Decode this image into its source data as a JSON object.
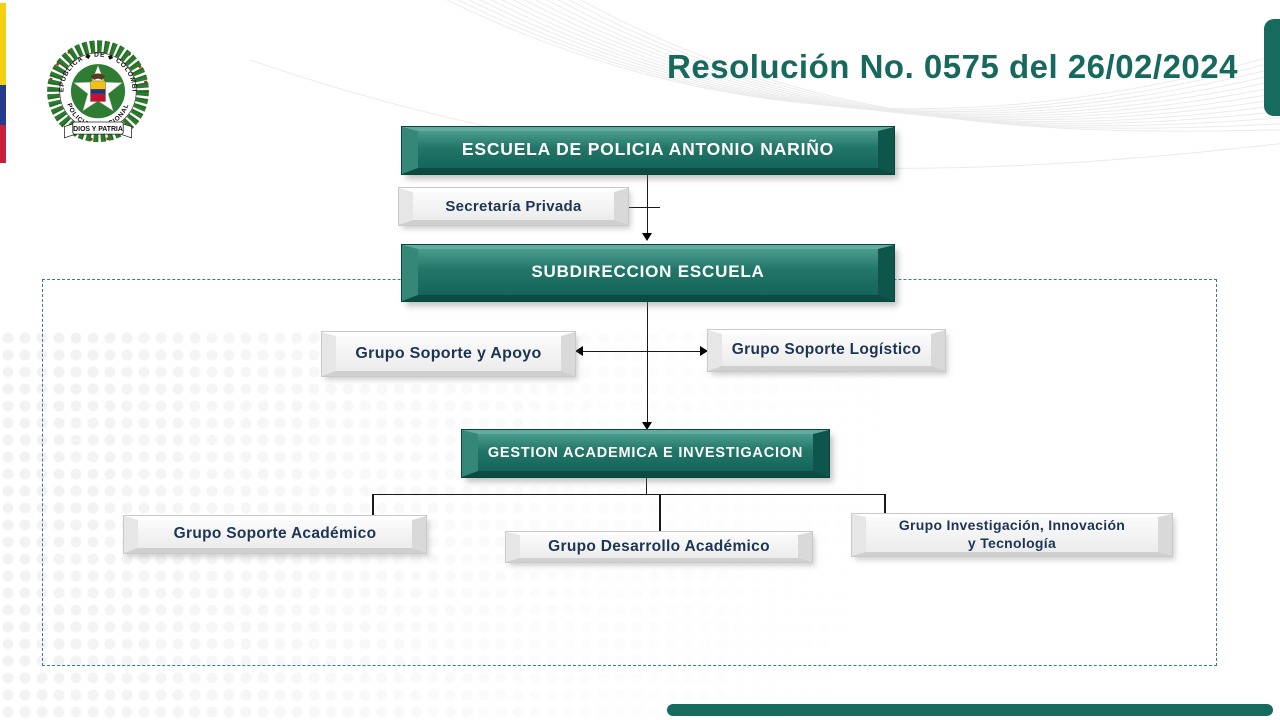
{
  "title": "Resolución No. 0575 del 26/02/2024",
  "logo": {
    "arc_top": "REPUBLICA ◆ DE ◆ COLOMBIA",
    "arc_bottom": "POLICIA ◆ NACIONAL",
    "banner": "DIOS Y PATRIA"
  },
  "org_chart": {
    "root": "ESCUELA DE POLICIA ANTONIO NARIÑO",
    "staff_office": "Secretaría Privada",
    "subdirection": "SUBDIRECCION ESCUELA",
    "support_groups": [
      "Grupo Soporte y Apoyo",
      "Grupo Soporte Logístico"
    ],
    "academic_direction": "GESTION ACADEMICA E INVESTIGACION",
    "academic_groups": [
      "Grupo Soporte Académico",
      "Grupo Desarrollo Académico",
      "Grupo Investigación, Innovación\ny Tecnología"
    ]
  },
  "colors": {
    "teal_box": "#1a6f62",
    "teal_dark_border": "#0b4b41",
    "title_teal": "#17695e",
    "navy_text": "#1d3553",
    "dashed_border_blue": "#4273a8",
    "flag_yellow": "#f7cf12",
    "flag_blue": "#233a8f",
    "flag_red": "#c81f3c"
  }
}
